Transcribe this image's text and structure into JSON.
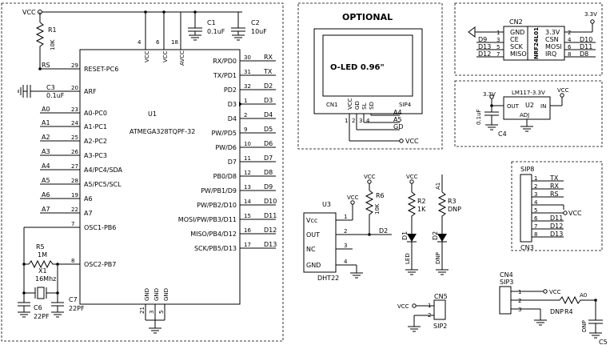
{
  "optional_title": "OPTIONAL",
  "oled": {
    "label": "O-LED 0.96\"",
    "ref": "CN1",
    "sip": "SIP4",
    "pins": [
      "VCC",
      "GD",
      "SL",
      "SD"
    ],
    "pin_nums": [
      "1",
      "2",
      "3",
      "4"
    ],
    "nets": [
      "A4",
      "A5",
      "GD",
      "VCC"
    ]
  },
  "vcc": "VCC",
  "mcu": {
    "ref": "U1",
    "part": "ATMEGA328TQPF-32",
    "top_pins": [
      {
        "num": "4",
        "name": "VCC"
      },
      {
        "num": "6",
        "name": "VCC"
      },
      {
        "num": "18",
        "name": "AVCC"
      }
    ],
    "bottom_pins": [
      {
        "num": "21",
        "name": "GND"
      },
      {
        "num": "3",
        "name": "GND"
      },
      {
        "num": "5",
        "name": "GND"
      }
    ],
    "left_pins": [
      {
        "net": "RS",
        "num": "29",
        "name": "RESET-PC6"
      },
      {
        "net": "",
        "num": "20",
        "name": "ARF"
      },
      {
        "net": "A0",
        "num": "23",
        "name": "A0-PC0"
      },
      {
        "net": "A1",
        "num": "24",
        "name": "A1-PC1"
      },
      {
        "net": "A2",
        "num": "25",
        "name": "A2-PC2"
      },
      {
        "net": "A3",
        "num": "26",
        "name": "A3-PC3"
      },
      {
        "net": "A4",
        "num": "27",
        "name": "A4/PC4/SDA"
      },
      {
        "net": "A5",
        "num": "28",
        "name": "A5/PC5/SCL"
      },
      {
        "net": "A6",
        "num": "19",
        "name": "A6"
      },
      {
        "net": "A7",
        "num": "22",
        "name": "A7"
      },
      {
        "net": "",
        "num": "7",
        "name": "OSC1-PB6"
      },
      {
        "net": "",
        "num": "8",
        "name": "OSC2-PB7"
      }
    ],
    "right_pins": [
      {
        "name": "RX/PD0",
        "num": "30",
        "net": "RX"
      },
      {
        "name": "TX/PD1",
        "num": "31",
        "net": "TX"
      },
      {
        "name": "PD2",
        "num": "32",
        "net": "D2"
      },
      {
        "name": "D3",
        "num": "1",
        "net": "D3"
      },
      {
        "name": "D4",
        "num": "2",
        "net": "D4"
      },
      {
        "name": "PW/PD5",
        "num": "9",
        "net": "D5"
      },
      {
        "name": "PW/D6",
        "num": "10",
        "net": "D6"
      },
      {
        "name": "D7",
        "num": "11",
        "net": "D7"
      },
      {
        "name": "PB0/D8",
        "num": "12",
        "net": "D8"
      },
      {
        "name": "PW/PB1/D9",
        "num": "13",
        "net": "D9"
      },
      {
        "name": "PW/PB2/D10",
        "num": "14",
        "net": "D10"
      },
      {
        "name": "MOSI/PW/PB3/D11",
        "num": "15",
        "net": "D11"
      },
      {
        "name": "MISO/PB4/D12",
        "num": "16",
        "net": "D12"
      },
      {
        "name": "SCK/PB5/D13",
        "num": "17",
        "net": "D13"
      }
    ]
  },
  "r1": {
    "ref": "R1",
    "val": "10K"
  },
  "c1": {
    "ref": "C1",
    "val": "0.1uF"
  },
  "c2": {
    "ref": "C2",
    "val": "10uF"
  },
  "c3": {
    "ref": "C3",
    "val": "0.1uF"
  },
  "r5": {
    "ref": "R5",
    "val": "1M"
  },
  "x1": {
    "ref": "X1",
    "val": "16Mhz"
  },
  "c6": {
    "ref": "C6",
    "val": "22PF"
  },
  "c7": {
    "ref": "C7",
    "val": "22PF"
  },
  "cn2": {
    "ref": "CN2",
    "part": "NRF24L01",
    "vcc": "3.3V",
    "left_nets": [
      "D9",
      "D13",
      "D12"
    ],
    "left_names": [
      "GND",
      "CE",
      "SCK",
      "MISO"
    ],
    "left_nums": [
      "1",
      "3",
      "5",
      "7"
    ],
    "right_names": [
      "3.3V",
      "CSN",
      "MOSI",
      "IRQ"
    ],
    "right_nums": [
      "2",
      "4",
      "6",
      "8"
    ],
    "right_nets": [
      "D10",
      "D11",
      "D8"
    ]
  },
  "u2": {
    "ref": "U2",
    "part": "LM117-3.3V",
    "out": "OUT",
    "in": "IN",
    "adj": "ADJ",
    "v33": "3.3V",
    "vcc": "VCC",
    "c4": "C4",
    "c4val": "0.1uF"
  },
  "cn3": {
    "ref": "CN3",
    "sip": "SIP8",
    "nets": [
      "TX",
      "RX",
      "RS",
      "",
      "VCC",
      "D11",
      "D12",
      "D13"
    ],
    "nums": [
      "1",
      "2",
      "3",
      "4",
      "5",
      "6",
      "7",
      "8"
    ]
  },
  "u3": {
    "ref": "U3",
    "part": "DHT22",
    "pins": [
      "Vcc",
      "OUT",
      "NC",
      "GND"
    ],
    "nums": [
      "1",
      "2",
      "3",
      "4"
    ],
    "net": "D2",
    "r6": "R6",
    "r6val": "10K",
    "vcc": "VCC"
  },
  "d1": {
    "ref": "D1",
    "label": "LED",
    "r": "R2",
    "rval": "1K",
    "vcc": "VCC"
  },
  "d2": {
    "ref": "D2",
    "label": "DNP",
    "r": "R3",
    "rval": "DNP",
    "net": "A1"
  },
  "cn5": {
    "ref": "CN5",
    "sip": "SIP2",
    "nums": [
      "1",
      "2"
    ],
    "vcc": "VCC"
  },
  "cn4": {
    "ref": "CN4",
    "sip": "SIP3",
    "nums": [
      "1",
      "2",
      "3"
    ],
    "vcc": "VCC",
    "a0": "A0",
    "r4": "R4",
    "r4val": "DNP",
    "c5": "C5",
    "c5val": "DNP"
  }
}
